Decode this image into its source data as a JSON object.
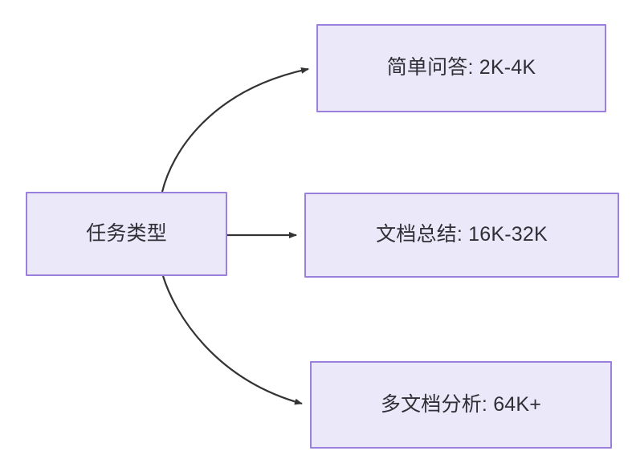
{
  "diagram": {
    "type": "flowchart",
    "direction": "left-to-right",
    "title": "",
    "colors": {
      "node_fill": "#ebe8fa",
      "node_border": "#9a7fdc",
      "node_text": "#2f2f35",
      "edge_stroke": "#333333",
      "background": "#ffffff"
    },
    "root": {
      "id": "root",
      "label": "任务类型"
    },
    "nodes": [
      {
        "id": "task-1",
        "label": "简单问答: 2K-4K"
      },
      {
        "id": "task-2",
        "label": "文档总结: 16K-32K"
      },
      {
        "id": "task-3",
        "label": "多文档分析: 64K+"
      }
    ],
    "edges": [
      {
        "id": "edge-root-task-1",
        "from": "root",
        "to": "task-1",
        "label": "",
        "shape": "curved",
        "arrowhead": "filled-triangle"
      },
      {
        "id": "edge-root-task-2",
        "from": "root",
        "to": "task-2",
        "label": "",
        "shape": "straight",
        "arrowhead": "filled-triangle"
      },
      {
        "id": "edge-root-task-3",
        "from": "root",
        "to": "task-3",
        "label": "",
        "shape": "curved",
        "arrowhead": "filled-triangle"
      }
    ]
  }
}
